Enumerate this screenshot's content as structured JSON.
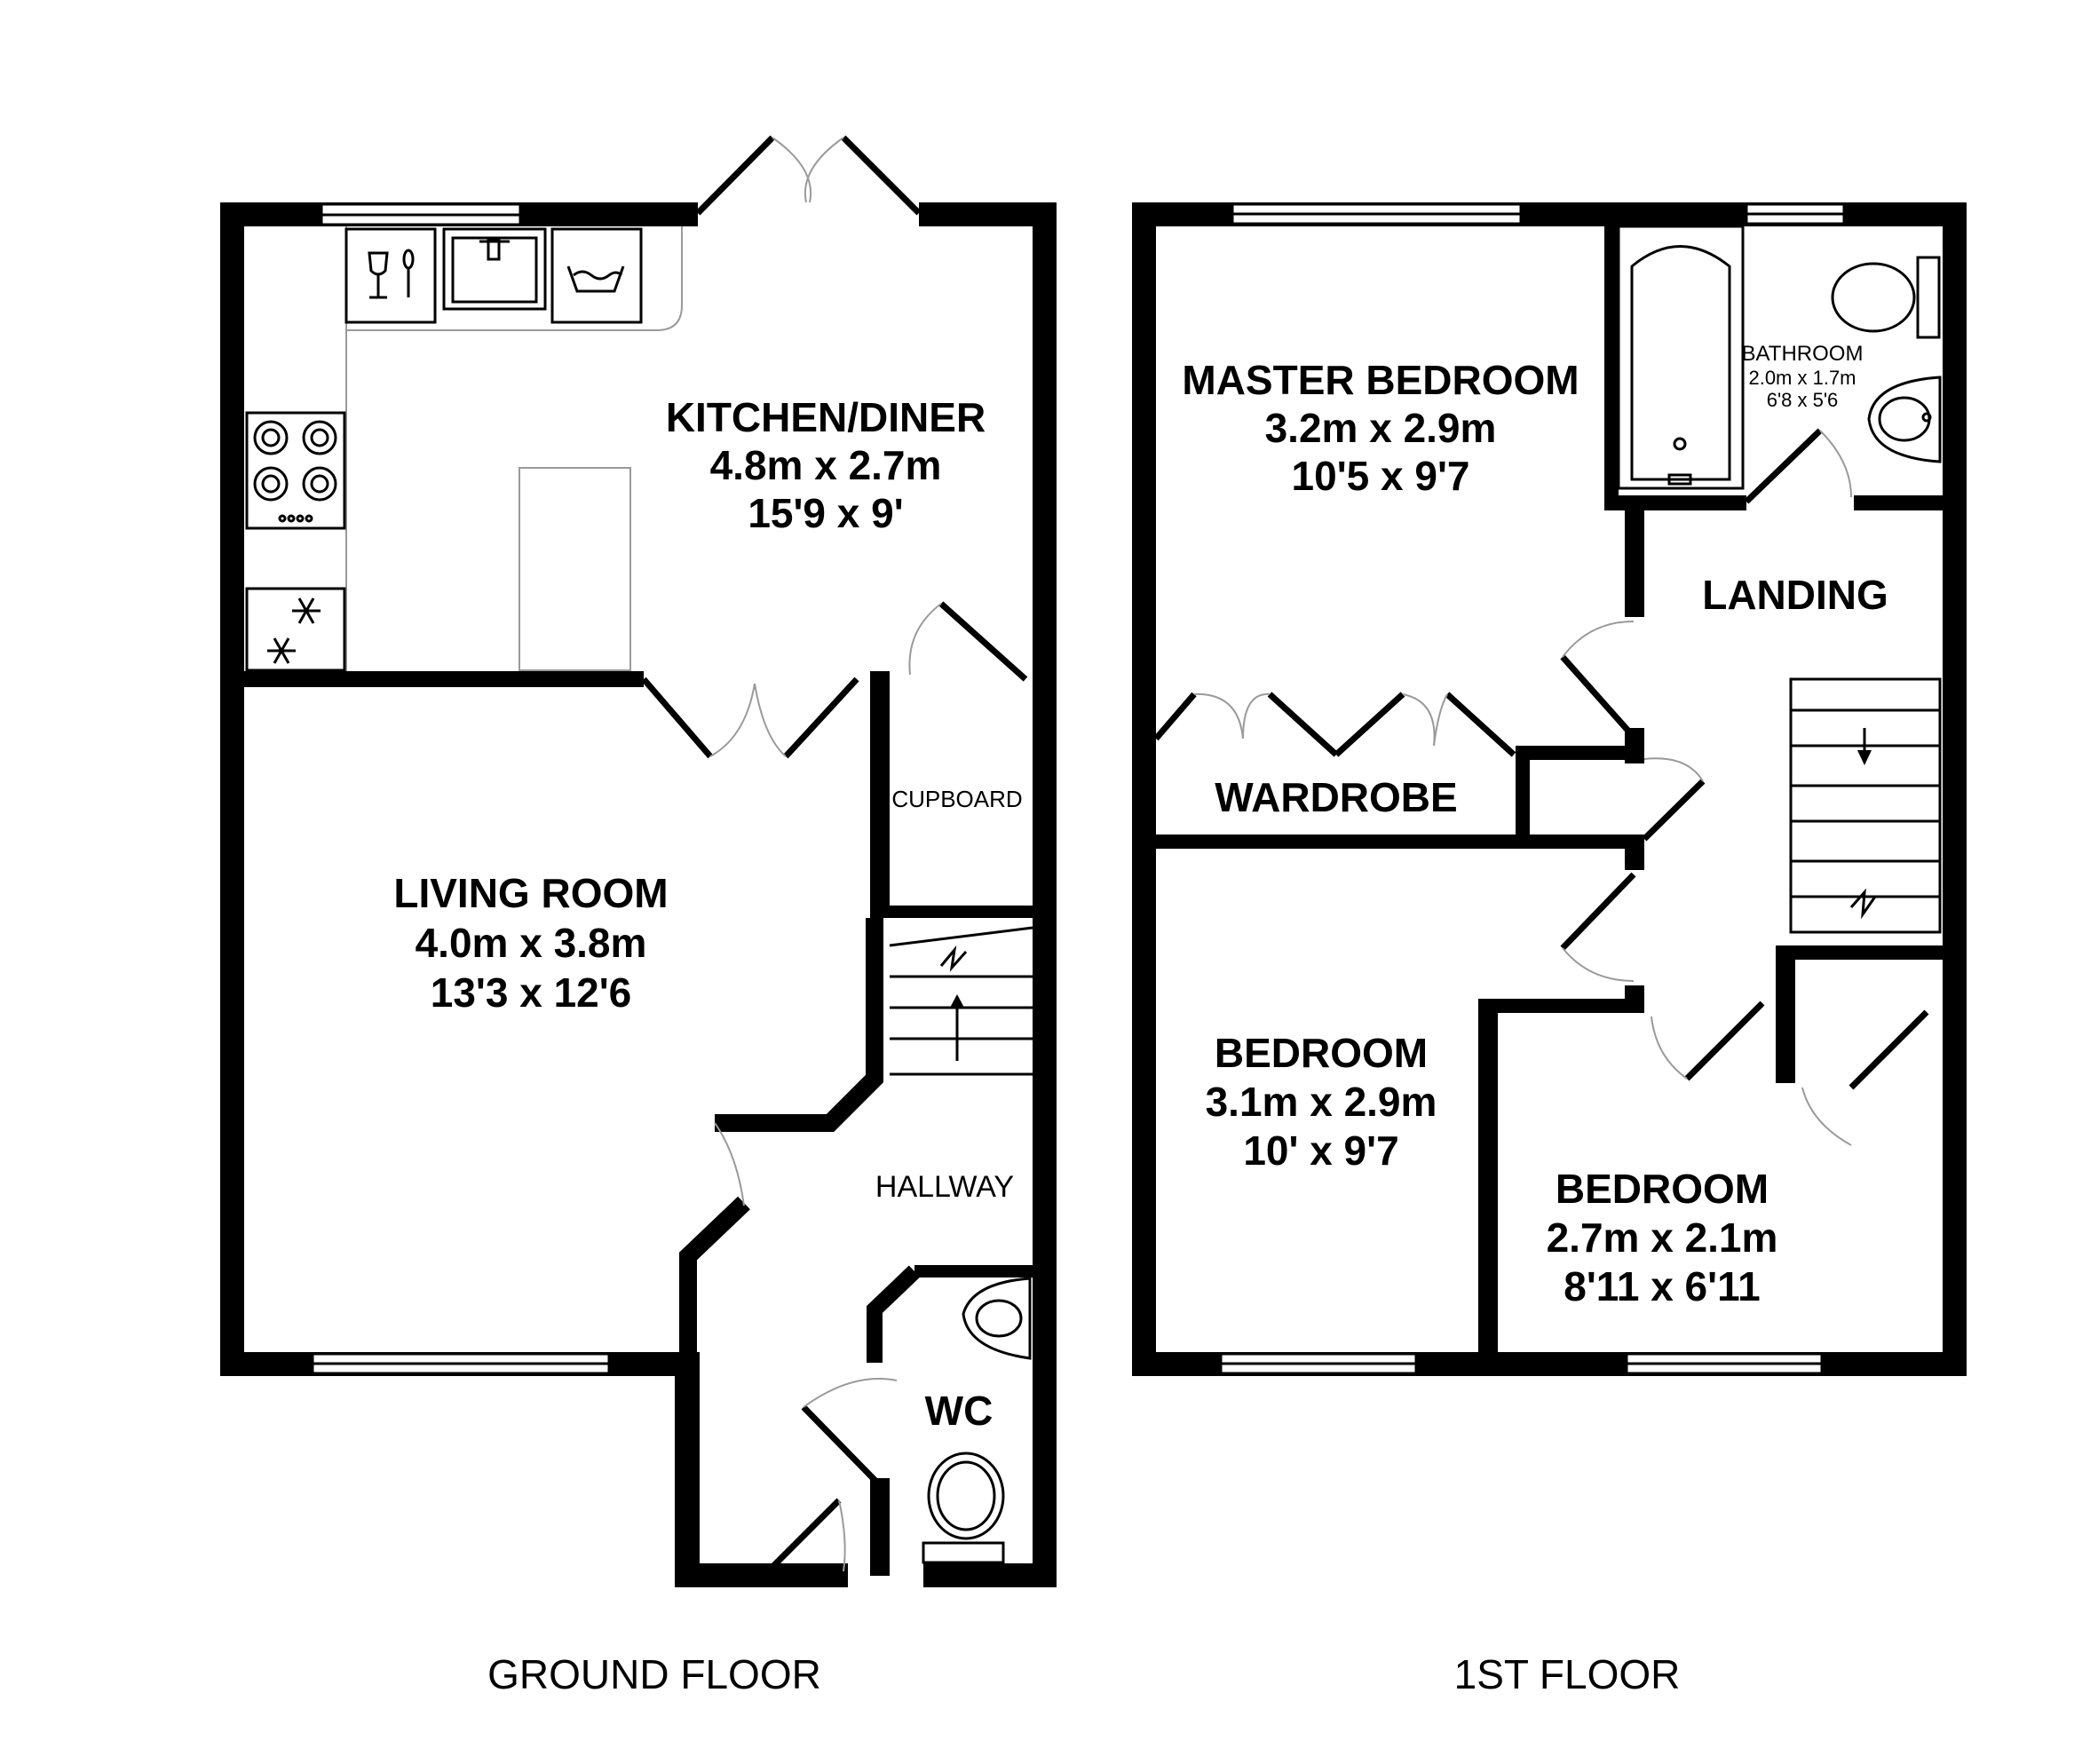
{
  "ground_floor": {
    "label": "GROUND FLOOR",
    "kitchen": {
      "name": "KITCHEN/DINER",
      "metric": "4.8m x 2.7m",
      "imperial": "15'9 x 9'"
    },
    "living": {
      "name": "LIVING ROOM",
      "metric": "4.0m x 3.8m",
      "imperial": "13'3 x 12'6"
    },
    "cupboard": {
      "name": "CUPBOARD"
    },
    "hallway": {
      "name": "HALLWAY"
    },
    "wc": {
      "name": "WC"
    }
  },
  "first_floor": {
    "label": "1ST FLOOR",
    "master": {
      "name": "MASTER BEDROOM",
      "metric": "3.2m x 2.9m",
      "imperial": "10'5 x 9'7"
    },
    "bathroom": {
      "name": "BATHROOM",
      "metric": "2.0m x 1.7m",
      "imperial": "6'8 x 5'6"
    },
    "landing": {
      "name": "LANDING"
    },
    "wardrobe": {
      "name": "WARDROBE"
    },
    "bedroom2": {
      "name": "BEDROOM",
      "metric": "3.1m x 2.9m",
      "imperial": "10' x 9'7"
    },
    "bedroom3": {
      "name": "BEDROOM",
      "metric": "2.7m x 2.1m",
      "imperial": "8'11 x 6'11"
    }
  }
}
